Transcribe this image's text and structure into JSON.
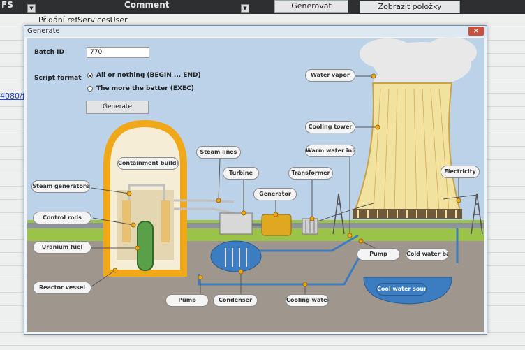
{
  "sheet": {
    "col1_header": "FS",
    "col2_header": "Comment",
    "btn_generate": "Generovat",
    "btn_show_items": "Zobrazit položky",
    "cell_text": "Přidání refServicesUser",
    "left_link": "4080/f"
  },
  "dialog": {
    "title": "Generate",
    "close": "×",
    "batch_label": "Batch ID",
    "batch_value": "770",
    "script_label": "Script format",
    "option1": "All or nothing (BEGIN ... END)",
    "option2": "The more the better (EXEC)",
    "selected_option": 1,
    "generate_button": "Generate"
  },
  "diagram": {
    "labels": {
      "water_vapor": "Water vapor",
      "cooling_tower": "Cooling tower",
      "warm_water_inlet": "Warm water inlet",
      "electricity": "Electricity",
      "containment_building": "Containment building",
      "steam_lines": "Steam lines",
      "turbine": "Turbine",
      "transformer": "Transformer",
      "generator": "Generator",
      "steam_generators": "Steam generators",
      "control_rods": "Control rods",
      "uranium_fuel": "Uranium fuel",
      "reactor_vessel": "Reactor vessel",
      "pump_left": "Pump",
      "condenser": "Condenser",
      "cooling_water": "Cooling water",
      "pump_right": "Pump",
      "cold_water_basin": "Cold water basin",
      "cool_water_source": "Cool water source"
    },
    "colors": {
      "sky": "#bcd2e8",
      "grass": "#9bc34a",
      "soil": "#9f978e",
      "containment": "#f0a818",
      "tower": "#f2e2a0",
      "water": "#3c7cc0",
      "steam": "#e6e6e6"
    }
  }
}
